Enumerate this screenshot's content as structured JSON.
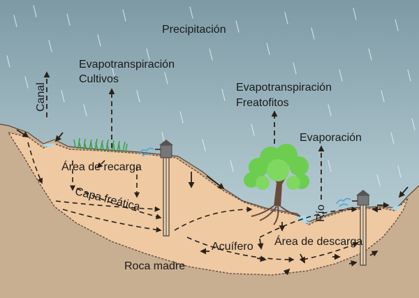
{
  "labels": {
    "precipitacion": "Precipitación",
    "evapo_cultivos_1": "Evapotranspiración",
    "evapo_cultivos_2": "Cultivos",
    "evapo_freatofitos_1": "Evapotranspiración",
    "evapo_freatofitos_2": "Freatofitos",
    "evaporacion": "Evaporación",
    "canal": "Canal",
    "area_recarga": "Área de recarga",
    "capa_freatica": "Capa freática",
    "rio": "Río",
    "acuifero": "Acuífero",
    "area_descarga": "Área de descarga",
    "roca_madre": "Roca madre"
  },
  "colors": {
    "sky_top": "#7d9aa4",
    "sky_bottom": "#c4d7dd",
    "soil": "#eec9a2",
    "bedrock": "#c9af92",
    "water": "#a9d9ec",
    "grass": "#2f9e3a",
    "tree_canopy": "#6ccd4f",
    "trunk": "#6b4a3a",
    "arrow": "#2b2118"
  },
  "icons": [
    "well-pump-icon",
    "well-pump-icon",
    "water-splash-icon",
    "water-splash-icon",
    "tree-icon",
    "grass-icon"
  ]
}
